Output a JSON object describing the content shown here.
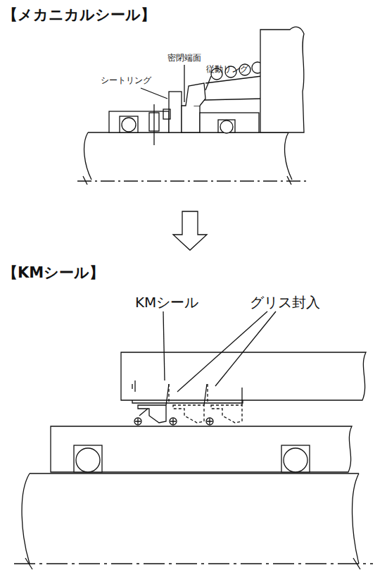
{
  "diagram": {
    "labels": [
      "【メカニカルシール】",
      "シートリング",
      "密閉端面",
      "従動リング",
      "【KMシール】",
      "KMシール",
      "グリス封入"
    ]
  }
}
